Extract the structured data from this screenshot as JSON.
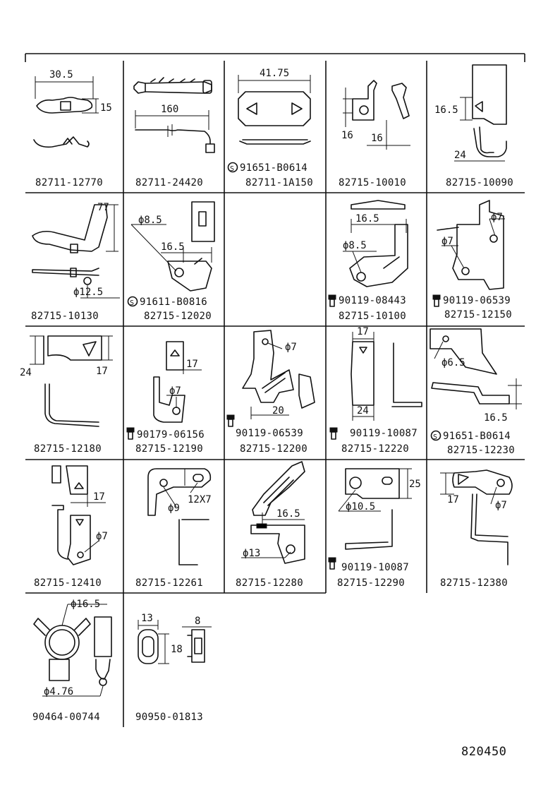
{
  "diagram_id": "820450",
  "cells": [
    {
      "id": "r1c1",
      "part_numbers": [
        "82711-12770"
      ],
      "dims": [
        "30.5",
        "15"
      ]
    },
    {
      "id": "r1c2",
      "part_numbers": [
        "82711-24420"
      ],
      "dims": [
        "160"
      ]
    },
    {
      "id": "r1c3",
      "part_numbers": [
        "91651-B0614",
        "82711-1A150"
      ],
      "dims": [
        "41.75"
      ]
    },
    {
      "id": "r1c4",
      "part_numbers": [
        "82715-10010"
      ],
      "dims": [
        "16",
        "16"
      ]
    },
    {
      "id": "r1c5",
      "part_numbers": [
        "82715-10090"
      ],
      "dims": [
        "16.5",
        "24"
      ]
    },
    {
      "id": "r2c1",
      "part_numbers": [
        "82715-10130"
      ],
      "dims": [
        "77",
        "ϕ12.5"
      ]
    },
    {
      "id": "r2c2",
      "part_numbers": [
        "91611-B0816",
        "82715-12020"
      ],
      "dims": [
        "ϕ8.5",
        "16.5"
      ]
    },
    {
      "id": "r2c4",
      "part_numbers": [
        "90119-08443",
        "82715-10100"
      ],
      "dims": [
        "16.5",
        "ϕ8.5"
      ]
    },
    {
      "id": "r2c5",
      "part_numbers": [
        "90119-06539",
        "82715-12150"
      ],
      "dims": [
        "ϕ7",
        "ϕ7"
      ]
    },
    {
      "id": "r3c1",
      "part_numbers": [
        "82715-12180"
      ],
      "dims": [
        "24",
        "17"
      ]
    },
    {
      "id": "r3c2",
      "part_numbers": [
        "90179-06156",
        "82715-12190"
      ],
      "dims": [
        "17",
        "ϕ7"
      ]
    },
    {
      "id": "r3c3",
      "part_numbers": [
        "90119-06539",
        "82715-12200"
      ],
      "dims": [
        "ϕ7",
        "20"
      ]
    },
    {
      "id": "r3c4",
      "part_numbers": [
        "90119-10087",
        "82715-12220"
      ],
      "dims": [
        "17",
        "24"
      ]
    },
    {
      "id": "r3c5",
      "part_numbers": [
        "91651-B0614",
        "82715-12230"
      ],
      "dims": [
        "ϕ6.5",
        "16.5"
      ]
    },
    {
      "id": "r4c1",
      "part_numbers": [
        "82715-12410"
      ],
      "dims": [
        "17",
        "ϕ7"
      ]
    },
    {
      "id": "r4c2",
      "part_numbers": [
        "82715-12261"
      ],
      "dims": [
        "ϕ9",
        "12X7"
      ]
    },
    {
      "id": "r4c3",
      "part_numbers": [
        "82715-12280"
      ],
      "dims": [
        "16.5",
        "ϕ13"
      ]
    },
    {
      "id": "r4c4",
      "part_numbers": [
        "90119-10087",
        "82715-12290"
      ],
      "dims": [
        "25",
        "ϕ10.5"
      ]
    },
    {
      "id": "r4c5",
      "part_numbers": [
        "82715-12380"
      ],
      "dims": [
        "17",
        "ϕ7"
      ]
    },
    {
      "id": "r5c1",
      "part_numbers": [
        "90464-00744"
      ],
      "dims": [
        "ϕ16.5",
        "ϕ4.76"
      ]
    },
    {
      "id": "r5c2",
      "part_numbers": [
        "90950-01813"
      ],
      "dims": [
        "13",
        "8",
        "18"
      ]
    }
  ]
}
